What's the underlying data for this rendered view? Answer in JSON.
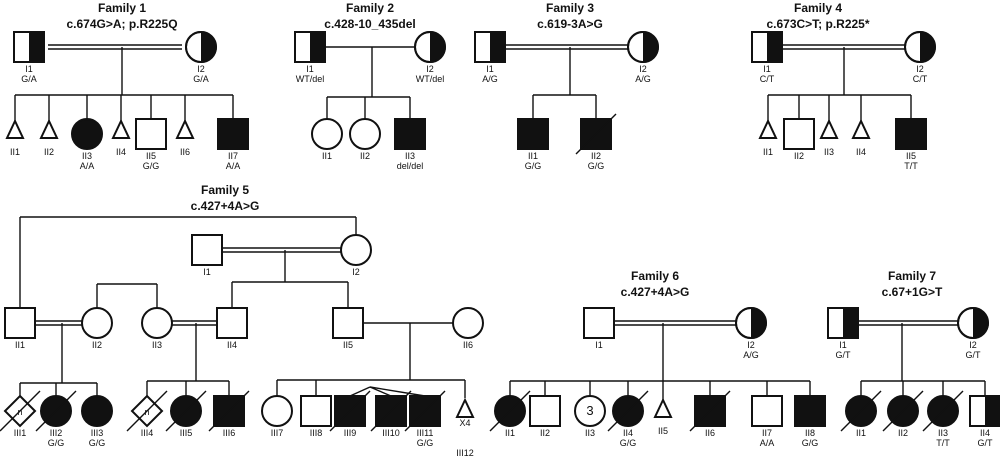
{
  "families": [
    {
      "title": "Family 1",
      "variant": "c.674G>A;  p.R225Q",
      "parents": [
        {
          "id": "I1",
          "genotype": "G/A",
          "sex": "male",
          "status": "carrier"
        },
        {
          "id": "I2",
          "genotype": "G/A",
          "sex": "female",
          "status": "carrier"
        }
      ],
      "children": [
        {
          "id": "II1",
          "genotype": "",
          "sex": "triangle",
          "status": "unaffected"
        },
        {
          "id": "II2",
          "genotype": "",
          "sex": "triangle",
          "status": "unaffected"
        },
        {
          "id": "II3",
          "genotype": "A/A",
          "sex": "female",
          "status": "affected"
        },
        {
          "id": "II4",
          "genotype": "",
          "sex": "triangle",
          "status": "unaffected"
        },
        {
          "id": "II5",
          "genotype": "G/G",
          "sex": "male",
          "status": "unaffected"
        },
        {
          "id": "II6",
          "genotype": "",
          "sex": "triangle",
          "status": "unaffected"
        },
        {
          "id": "II7",
          "genotype": "A/A",
          "sex": "male",
          "status": "affected"
        }
      ]
    },
    {
      "title": "Family 2",
      "variant": "c.428-10_435del",
      "parents": [
        {
          "id": "I1",
          "genotype": "WT/del",
          "sex": "male",
          "status": "carrier"
        },
        {
          "id": "I2",
          "genotype": "WT/del",
          "sex": "female",
          "status": "carrier"
        }
      ],
      "children": [
        {
          "id": "II1",
          "genotype": "",
          "sex": "female",
          "status": "unaffected"
        },
        {
          "id": "II2",
          "genotype": "",
          "sex": "female",
          "status": "unaffected"
        },
        {
          "id": "II3",
          "genotype": "del/del",
          "sex": "male",
          "status": "affected"
        }
      ]
    },
    {
      "title": "Family 3",
      "variant": "c.619-3A>G",
      "parents": [
        {
          "id": "I1",
          "genotype": "A/G",
          "sex": "male",
          "status": "carrier"
        },
        {
          "id": "I2",
          "genotype": "A/G",
          "sex": "female",
          "status": "carrier"
        }
      ],
      "children": [
        {
          "id": "II1",
          "genotype": "G/G",
          "sex": "male",
          "status": "affected"
        },
        {
          "id": "II2",
          "genotype": "G/G",
          "sex": "male",
          "status": "affected-deceased"
        }
      ]
    },
    {
      "title": "Family 4",
      "variant": "c.673C>T;  p.R225*",
      "parents": [
        {
          "id": "I1",
          "genotype": "C/T",
          "sex": "male",
          "status": "carrier"
        },
        {
          "id": "I2",
          "genotype": "C/T",
          "sex": "female",
          "status": "carrier"
        }
      ],
      "children": [
        {
          "id": "II1",
          "genotype": "",
          "sex": "triangle",
          "status": "unaffected"
        },
        {
          "id": "II2",
          "genotype": "",
          "sex": "male",
          "status": "unaffected"
        },
        {
          "id": "II3",
          "genotype": "",
          "sex": "triangle",
          "status": "unaffected"
        },
        {
          "id": "II4",
          "genotype": "",
          "sex": "triangle",
          "status": "unaffected"
        },
        {
          "id": "II5",
          "genotype": "T/T",
          "sex": "male",
          "status": "affected"
        }
      ]
    },
    {
      "title": "Family 5",
      "variant": "c.427+4A>G",
      "generation1": [
        {
          "id": "I1",
          "genotype": "",
          "sex": "male",
          "status": "unaffected"
        },
        {
          "id": "I2",
          "genotype": "",
          "sex": "female",
          "status": "unaffected"
        }
      ],
      "generation2": [
        {
          "id": "II1",
          "genotype": "",
          "sex": "male",
          "status": "unaffected"
        },
        {
          "id": "II2",
          "genotype": "",
          "sex": "female",
          "status": "unaffected"
        },
        {
          "id": "II3",
          "genotype": "",
          "sex": "female",
          "status": "unaffected"
        },
        {
          "id": "II4",
          "genotype": "",
          "sex": "male",
          "status": "unaffected"
        },
        {
          "id": "II5",
          "genotype": "",
          "sex": "male",
          "status": "unaffected"
        },
        {
          "id": "II6",
          "genotype": "",
          "sex": "female",
          "status": "unaffected"
        }
      ],
      "generation3": [
        {
          "id": "III1",
          "genotype": "",
          "sex": "diamond",
          "status": "unaffected-deceased",
          "inner": "n"
        },
        {
          "id": "III2",
          "genotype": "G/G",
          "sex": "female",
          "status": "affected-deceased"
        },
        {
          "id": "III3",
          "genotype": "G/G",
          "sex": "female",
          "status": "affected"
        },
        {
          "id": "III4",
          "genotype": "",
          "sex": "diamond",
          "status": "unaffected-deceased",
          "inner": "n"
        },
        {
          "id": "III5",
          "genotype": "",
          "sex": "female",
          "status": "affected-deceased"
        },
        {
          "id": "III6",
          "genotype": "",
          "sex": "male",
          "status": "affected-deceased"
        },
        {
          "id": "III7",
          "genotype": "",
          "sex": "female",
          "status": "unaffected"
        },
        {
          "id": "III8",
          "genotype": "",
          "sex": "male",
          "status": "unaffected"
        },
        {
          "id": "III9",
          "genotype": "",
          "sex": "male",
          "status": "affected-deceased"
        },
        {
          "id": "III10",
          "genotype": "",
          "sex": "male",
          "status": "affected-deceased"
        },
        {
          "id": "III11",
          "genotype": "G/G",
          "sex": "male",
          "status": "affected-deceased"
        },
        {
          "id": "III12",
          "genotype": "",
          "sex": "triangle",
          "status": "unaffected",
          "multiplier": "X4"
        }
      ]
    },
    {
      "title": "Family 6",
      "variant": "c.427+4A>G",
      "parents": [
        {
          "id": "I1",
          "genotype": "",
          "sex": "male",
          "status": "unaffected"
        },
        {
          "id": "I2",
          "genotype": "A/G",
          "sex": "female",
          "status": "carrier"
        }
      ],
      "children": [
        {
          "id": "II1",
          "genotype": "",
          "sex": "female",
          "status": "affected-deceased"
        },
        {
          "id": "II2",
          "genotype": "",
          "sex": "male",
          "status": "unaffected"
        },
        {
          "id": "II3",
          "genotype": "",
          "sex": "female",
          "status": "unaffected",
          "inner": "3"
        },
        {
          "id": "II4",
          "genotype": "G/G",
          "sex": "female",
          "status": "affected-deceased"
        },
        {
          "id": "II5",
          "genotype": "",
          "sex": "triangle",
          "status": "unaffected"
        },
        {
          "id": "II6",
          "genotype": "",
          "sex": "male",
          "status": "affected-deceased"
        },
        {
          "id": "II7",
          "genotype": "A/A",
          "sex": "male",
          "status": "unaffected"
        },
        {
          "id": "II8",
          "genotype": "G/G",
          "sex": "male",
          "status": "affected"
        }
      ]
    },
    {
      "title": "Family 7",
      "variant": "c.67+1G>T",
      "parents": [
        {
          "id": "I1",
          "genotype": "G/T",
          "sex": "male",
          "status": "carrier"
        },
        {
          "id": "I2",
          "genotype": "G/T",
          "sex": "female",
          "status": "carrier"
        }
      ],
      "children": [
        {
          "id": "II1",
          "genotype": "",
          "sex": "female",
          "status": "affected-deceased"
        },
        {
          "id": "II2",
          "genotype": "",
          "sex": "female",
          "status": "affected-deceased"
        },
        {
          "id": "II3",
          "genotype": "T/T",
          "sex": "female",
          "status": "affected-deceased"
        },
        {
          "id": "II4",
          "genotype": "G/T",
          "sex": "male",
          "status": "carrier"
        }
      ]
    }
  ]
}
